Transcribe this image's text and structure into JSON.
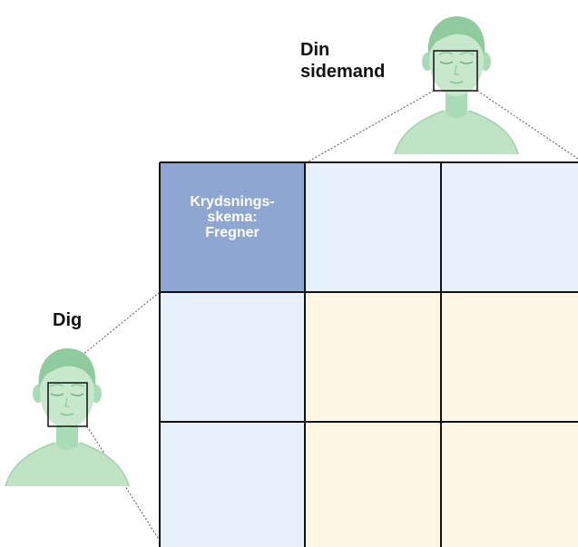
{
  "labels": {
    "neighbour_line1": "Din",
    "neighbour_line2": "sidemand",
    "self": "Dig"
  },
  "grid": {
    "corner_cell_lines": [
      "Krydsnings-",
      "skema:",
      "Fregner"
    ]
  },
  "colors": {
    "corner_cell": "#8fa6d2",
    "header_cells": "#e8f0fc",
    "body_cells": "#fdf6e3",
    "grid_lines": "#111111",
    "figure_skin": "#bfe3c4",
    "figure_outline": "#7fc290"
  },
  "icons": {
    "neighbour": "person-head-icon",
    "self": "person-head-icon"
  }
}
